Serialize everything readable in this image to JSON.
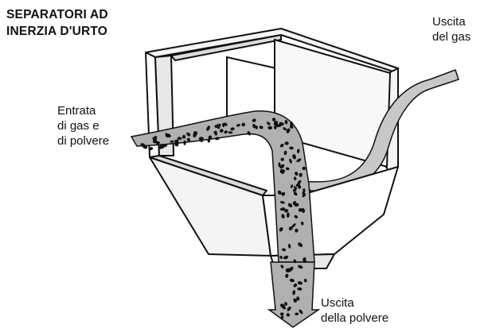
{
  "title": {
    "line1": "SEPARATORI AD",
    "line2": "INERZIA D'URTO"
  },
  "labels": {
    "gas_out": {
      "line1": "Uscita",
      "line2": "del gas"
    },
    "gas_in": {
      "line1": "Entrata",
      "line2": "di gas e",
      "line3": "di polvere"
    },
    "dust_out": {
      "line1": "Uscita",
      "line2": "della polvere"
    }
  },
  "colors": {
    "outline": "#111111",
    "panel_fill": "#f4f4f4",
    "gas_flow": "#c8c8c8",
    "dust_flow": "#b0b0b0",
    "particles": "#111111"
  }
}
